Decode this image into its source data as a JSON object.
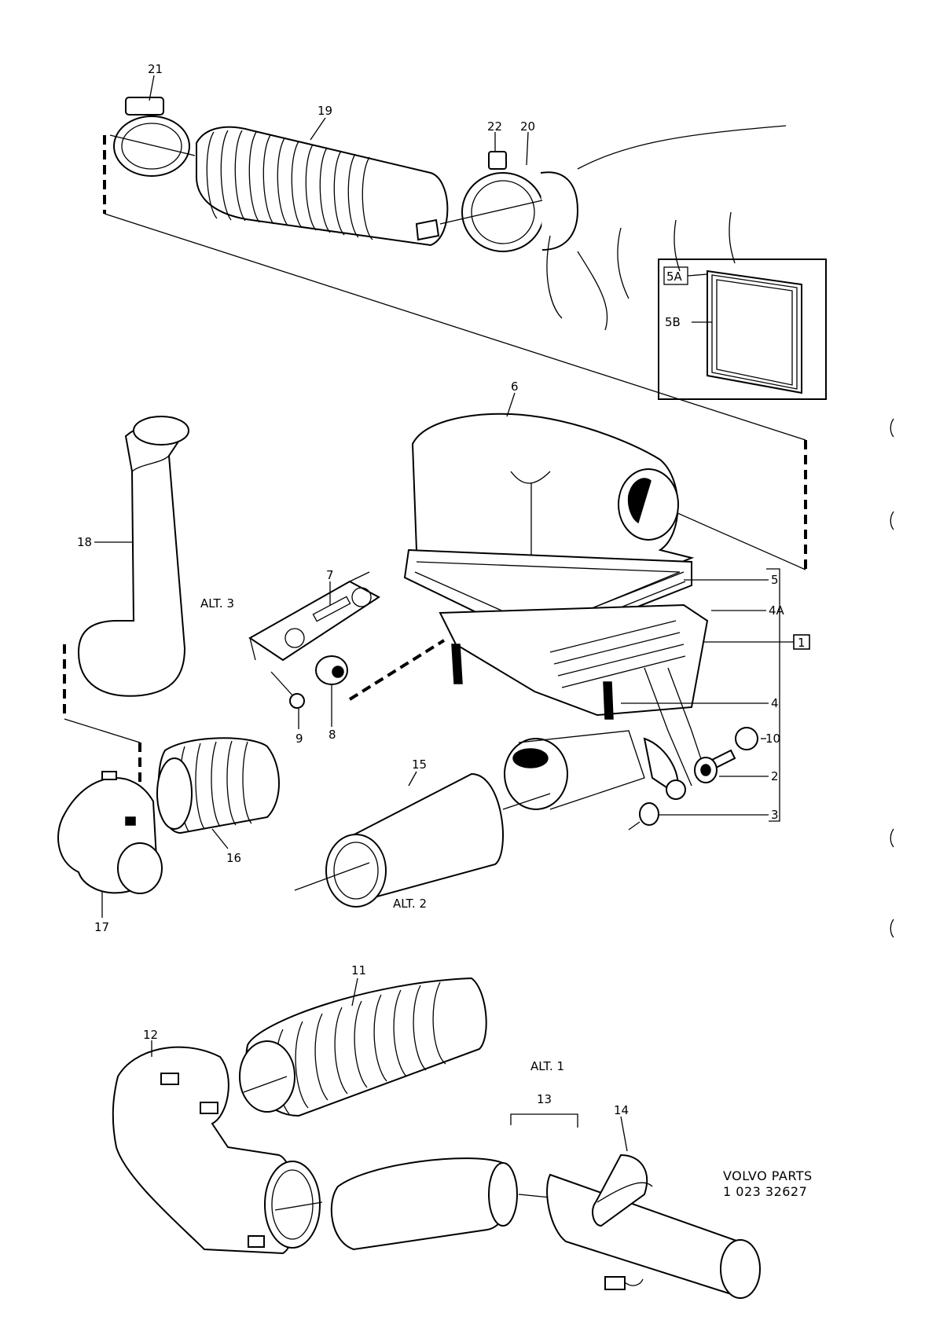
{
  "callouts": {
    "p1": "1",
    "p2": "2",
    "p3": "3",
    "p4": "4",
    "p4a": "4A",
    "p5": "5",
    "p5a": "5A",
    "p5b": "5B",
    "p6": "6",
    "p7": "7",
    "p8": "8",
    "p9": "9",
    "p10": "10",
    "p11": "11",
    "p12": "12",
    "p13": "13",
    "p14": "14",
    "p15": "15",
    "p16": "16",
    "p17": "17",
    "p18": "18",
    "p19": "19",
    "p20": "20",
    "p21": "21",
    "p22": "22"
  },
  "alternatives": {
    "alt1": "ALT. 1",
    "alt2": "ALT. 2",
    "alt3": "ALT. 3"
  },
  "stamp": {
    "brand": "VOLVO PARTS",
    "number": "1 023 32627"
  }
}
